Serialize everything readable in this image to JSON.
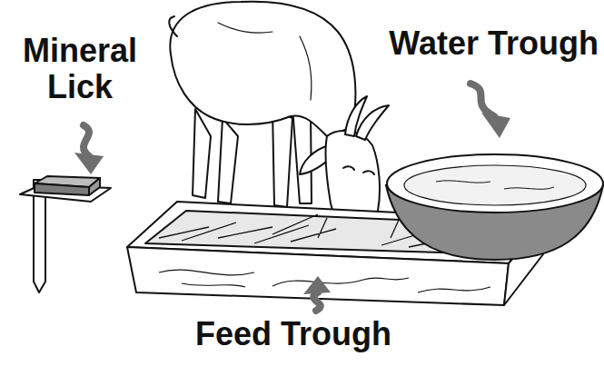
{
  "diagram": {
    "labels": [
      "Mineral Lick",
      "Water Trough",
      "Feed Trough"
    ]
  }
}
